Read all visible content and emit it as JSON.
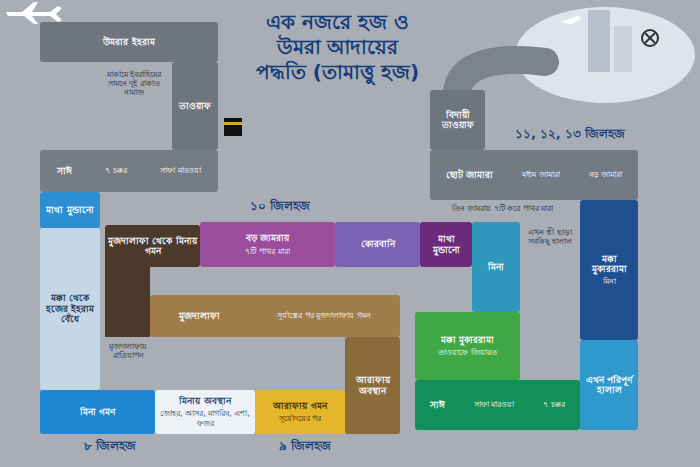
{
  "diagram": {
    "title": "এক নজরে হজ ও উমরা আদায়ের পদ্ধতি (তামাত্তু হজ)",
    "nodes": [
      {
        "text": [
          "উমরার ইহরাম"
        ]
      },
      {
        "text": [
          "তাওয়াফ"
        ]
      },
      {
        "text": [
          "সাঈ",
          "৭ চক্কর",
          "সাফা মারওয়া"
        ]
      },
      {
        "text": [
          "মাথা মুন্ডানো"
        ]
      },
      {
        "text": [
          "মক্কা থেকে হজের ইহরাম বেঁধে"
        ]
      },
      {
        "text": [
          "মিনা গমণ"
        ]
      },
      {
        "text": [
          "মিনায় অবস্থান",
          "জোহর, আসর, মাগরিব, এশা, ফজর"
        ]
      },
      {
        "text": [
          "আরাফায় গমন",
          "সূর্যোদয়ের পর"
        ]
      },
      {
        "text": [
          "আরাফায় অবস্থান"
        ]
      },
      {
        "text": [
          "মুজদালাফা",
          "সূর্যাস্তের পর মুজদালাফায় গমন"
        ]
      },
      {
        "text": [
          "মুজদালাফা থেকে মিনায় গমন"
        ]
      },
      {
        "text": [
          "বড় জামরায়",
          "৭টি পাথর মারা"
        ]
      },
      {
        "text": [
          "কোরবানি"
        ]
      },
      {
        "text": [
          "মাথা মুন্ডানো"
        ]
      },
      {
        "text": [
          "মিনা"
        ]
      },
      {
        "text": [
          "মক্কা মুকাররামা",
          "তাওয়াফে জিয়ারত"
        ]
      },
      {
        "text": [
          "সাঈ",
          "সাফা মারওয়া",
          "৭ চক্কর"
        ]
      },
      {
        "text": [
          "এখন পরিপূর্ণ হালাল"
        ]
      },
      {
        "text": [
          "মক্কা মুকাররামা",
          "মিনা"
        ]
      },
      {
        "text": [
          "ছোট জামারা",
          "মধ্যম জামারা",
          "বড় জামারা"
        ]
      },
      {
        "text": [
          "বিদায়ী তাওয়াফ"
        ]
      }
    ],
    "labels": [
      "মাকামে ইবরাহিমের সামনে দুই রাকাত নামাজ",
      "৮ জিলহজ",
      "৯ জিলহজ",
      "মুজদালাফায় রাত্রিযাপন",
      "১০ জিলহজ",
      "এখন স্ত্রী ছাড়া সবকিছু হালাল",
      "তিন জামরায় ৭টি করে পাথর মারা",
      "১১, ১২, ১৩ জিলহজ"
    ]
  }
}
